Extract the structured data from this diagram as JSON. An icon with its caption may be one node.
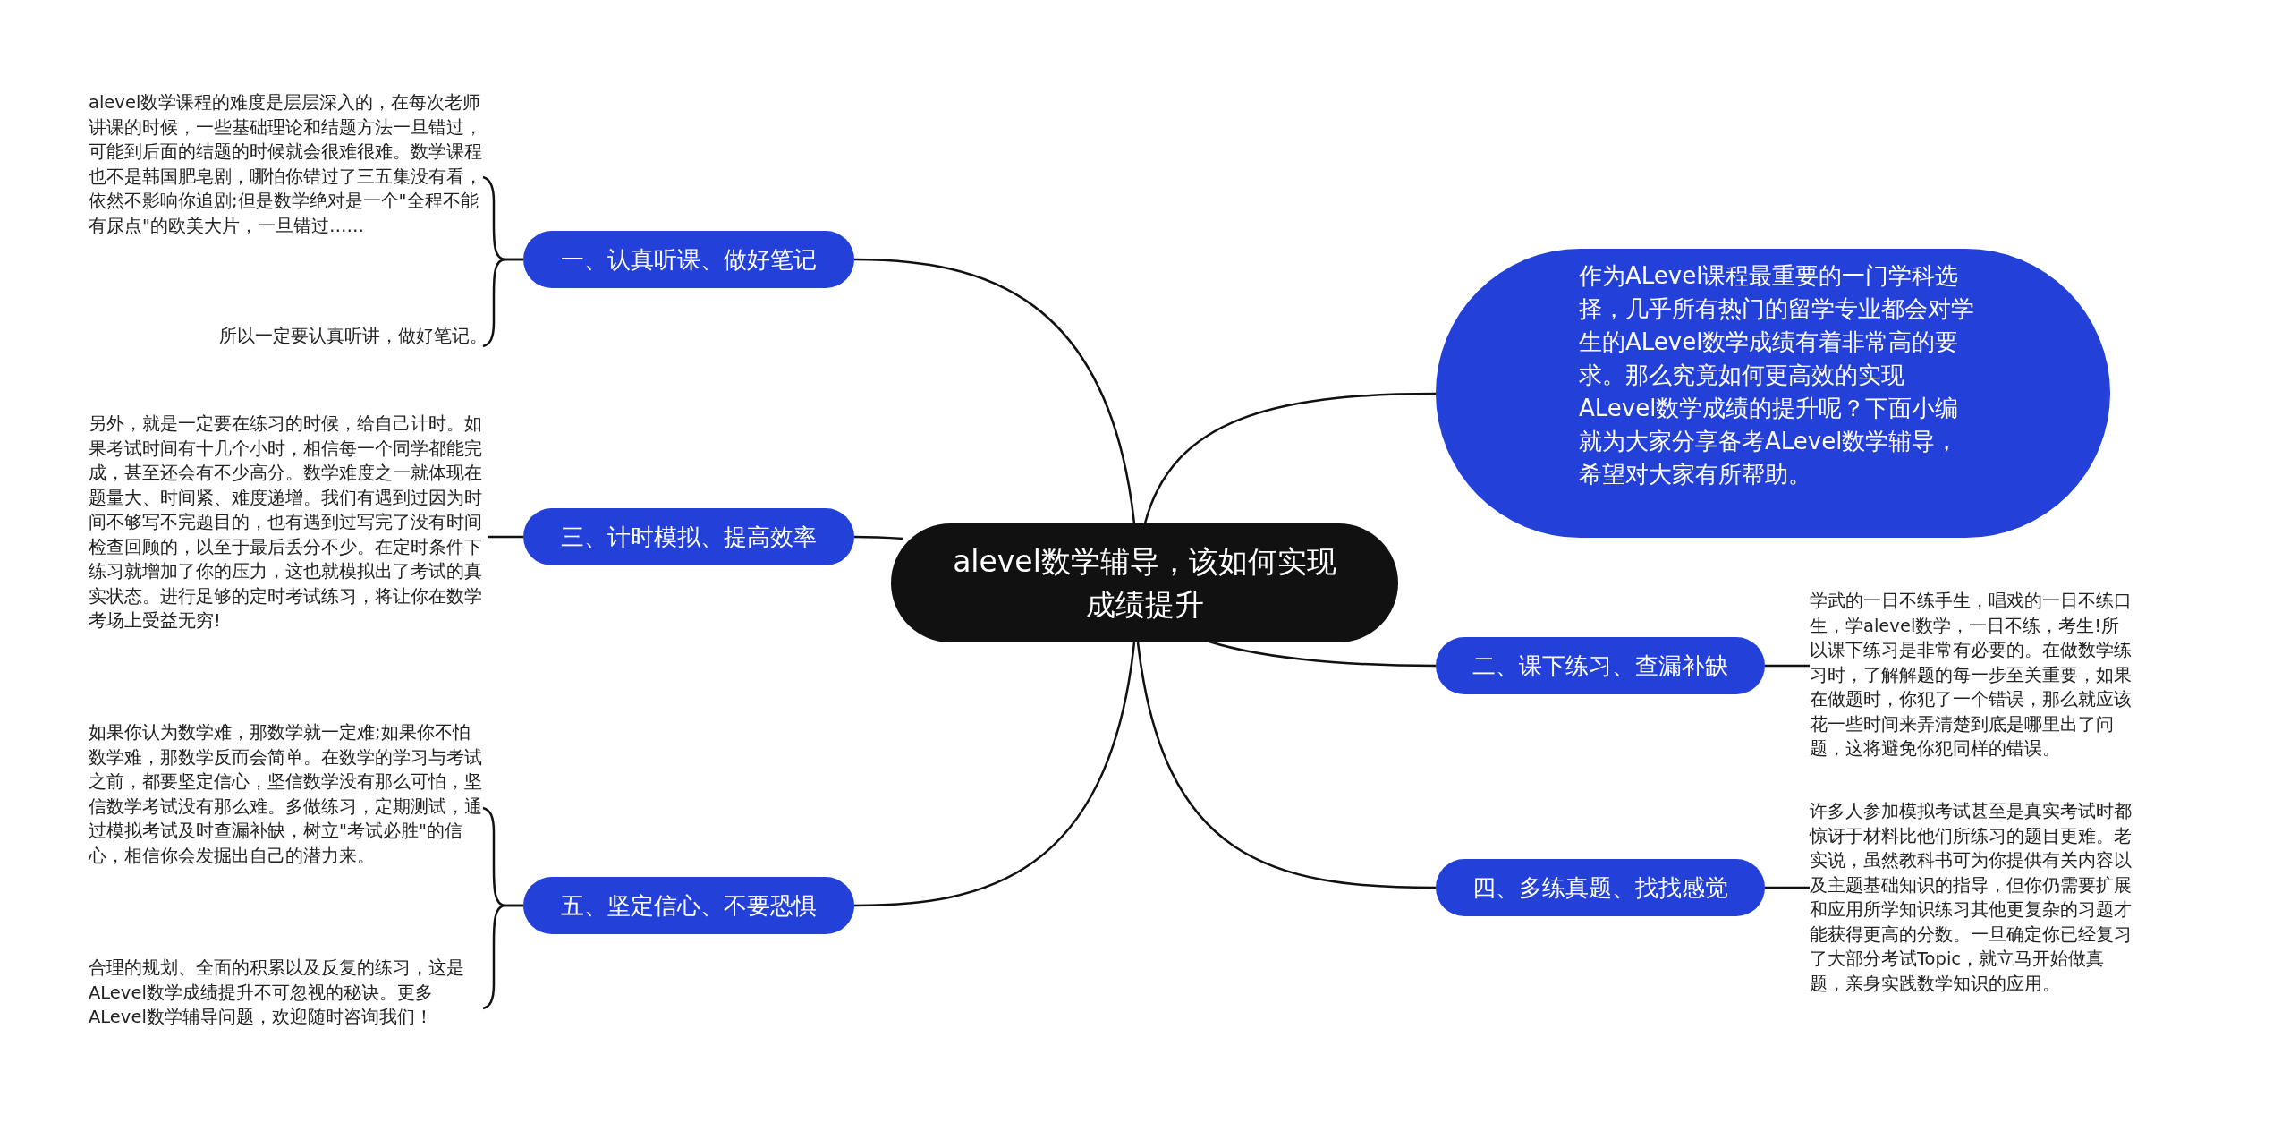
{
  "diagram": {
    "nodes": [
      {
        "text": [
          "alevel数学辅导，该如何实现成绩提升"
        ]
      },
      {
        "text": [
          "一、认真听课、做好笔记"
        ]
      },
      {
        "text": [
          "alevel数学课程的难度是层层深入的，在每次老师讲课的时候，一些基础理论和结题方法一旦错过，可能到后面的结题的时候就会很难很难。数学课程也不是韩国肥皂剧，哪怕你错过了三五集没有看，依然不影响你追剧;但是数学绝对是一个\"全程不能有尿点\"的欧美大片，一旦错过……"
        ]
      },
      {
        "text": [
          "所以一定要认真听讲，做好笔记。"
        ]
      },
      {
        "text": [
          "三、计时模拟、提高效率"
        ]
      },
      {
        "text": [
          "另外，就是一定要在练习的时候，给自己计时。如果考试时间有十几个小时，相信每一个同学都能完成，甚至还会有不少高分。数学难度之一就体现在题量大、时间紧、难度递增。我们有遇到过因为时间不够写不完题目的，也有遇到过写完了没有时间检查回顾的，以至于最后丢分不少。在定时条件下练习就增加了你的压力，这也就模拟出了考试的真实状态。进行足够的定时考试练习，将让你在数学考场上受益无穷!"
        ]
      },
      {
        "text": [
          "五、坚定信心、不要恐惧"
        ]
      },
      {
        "text": [
          "如果你认为数学难，那数学就一定难;如果你不怕数学难，那数学反而会简单。在数学的学习与考试之前，都要坚定信心，坚信数学没有那么可怕，坚信数学考试没有那么难。多做练习，定期测试，通过模拟考试及时查漏补缺，树立\"考试必胜\"的信心，相信你会发掘出自己的潜力来。"
        ]
      },
      {
        "text": [
          "合理的规划、全面的积累以及反复的练习，这是ALevel数学成绩提升不可忽视的秘诀。更多ALevel数学辅导问题，欢迎随时咨询我们！"
        ]
      },
      {
        "text": [
          "作为ALevel课程最重要的一门学科选择，几乎所有热门的留学专业都会对学生的ALevel数学成绩有着非常高的要求。那么究竟如何更高效的实现ALevel数学成绩的提升呢？下面小编就为大家分享备考ALevel数学辅导，希望对大家有所帮助。"
        ]
      },
      {
        "text": [
          "二、课下练习、查漏补缺"
        ]
      },
      {
        "text": [
          "学武的一日不练手生，唱戏的一日不练口生，学alevel数学，一日不练，考生!所以课下练习是非常有必要的。在做数学练习时，了解解题的每一步至关重要，如果在做题时，你犯了一个错误，那么就应该花一些时间来弄清楚到底是哪里出了问题，这将避免你犯同样的错误。"
        ]
      },
      {
        "text": [
          "四、多练真题、找找感觉"
        ]
      },
      {
        "text": [
          "许多人参加模拟考试甚至是真实考试时都惊讶于材料比他们所练习的题目更难。老实说，虽然教科书可为你提供有关内容以及主题基础知识的指导，但你仍需要扩展和应用所学知识练习其他更复杂的习题才能获得更高的分数。一旦确定你已经复习了大部分考试Topic，就立马开始做真题，亲身实践数学知识的应用。"
        ]
      }
    ],
    "edges": [
      {
        "from": 0,
        "to": 1,
        "arrow": "none"
      },
      {
        "from": 1,
        "to": 2,
        "arrow": "none"
      },
      {
        "from": 1,
        "to": 3,
        "arrow": "none"
      },
      {
        "from": 0,
        "to": 4,
        "arrow": "none"
      },
      {
        "from": 4,
        "to": 5,
        "arrow": "none"
      },
      {
        "from": 0,
        "to": 6,
        "arrow": "none"
      },
      {
        "from": 6,
        "to": 7,
        "arrow": "none"
      },
      {
        "from": 6,
        "to": 8,
        "arrow": "none"
      },
      {
        "from": 0,
        "to": 9,
        "arrow": "none"
      },
      {
        "from": 0,
        "to": 10,
        "arrow": "none"
      },
      {
        "from": 10,
        "to": 11,
        "arrow": "none"
      },
      {
        "from": 0,
        "to": 12,
        "arrow": "none"
      },
      {
        "from": 12,
        "to": 13,
        "arrow": "none"
      }
    ]
  }
}
